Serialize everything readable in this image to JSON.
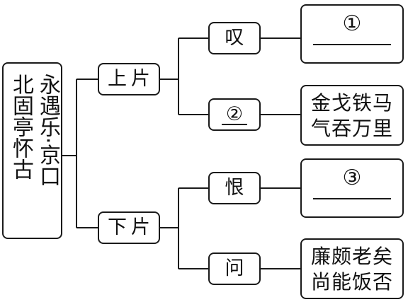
{
  "root": {
    "title_col1": "永遇乐·京口",
    "title_col2": "北固亭怀古"
  },
  "branches": [
    {
      "label": "上片",
      "children": [
        {
          "label": "叹",
          "leaf": "①",
          "leaf_type": "blank"
        },
        {
          "label": "②",
          "leaf": [
            "金戈铁马",
            "气吞万里"
          ],
          "leaf_type": "text",
          "label_blank": true
        }
      ]
    },
    {
      "label": "下片",
      "children": [
        {
          "label": "恨",
          "leaf": "③",
          "leaf_type": "blank"
        },
        {
          "label": "问",
          "leaf": [
            "廉颇老矣",
            "尚能饭否"
          ],
          "leaf_type": "text"
        }
      ]
    }
  ]
}
